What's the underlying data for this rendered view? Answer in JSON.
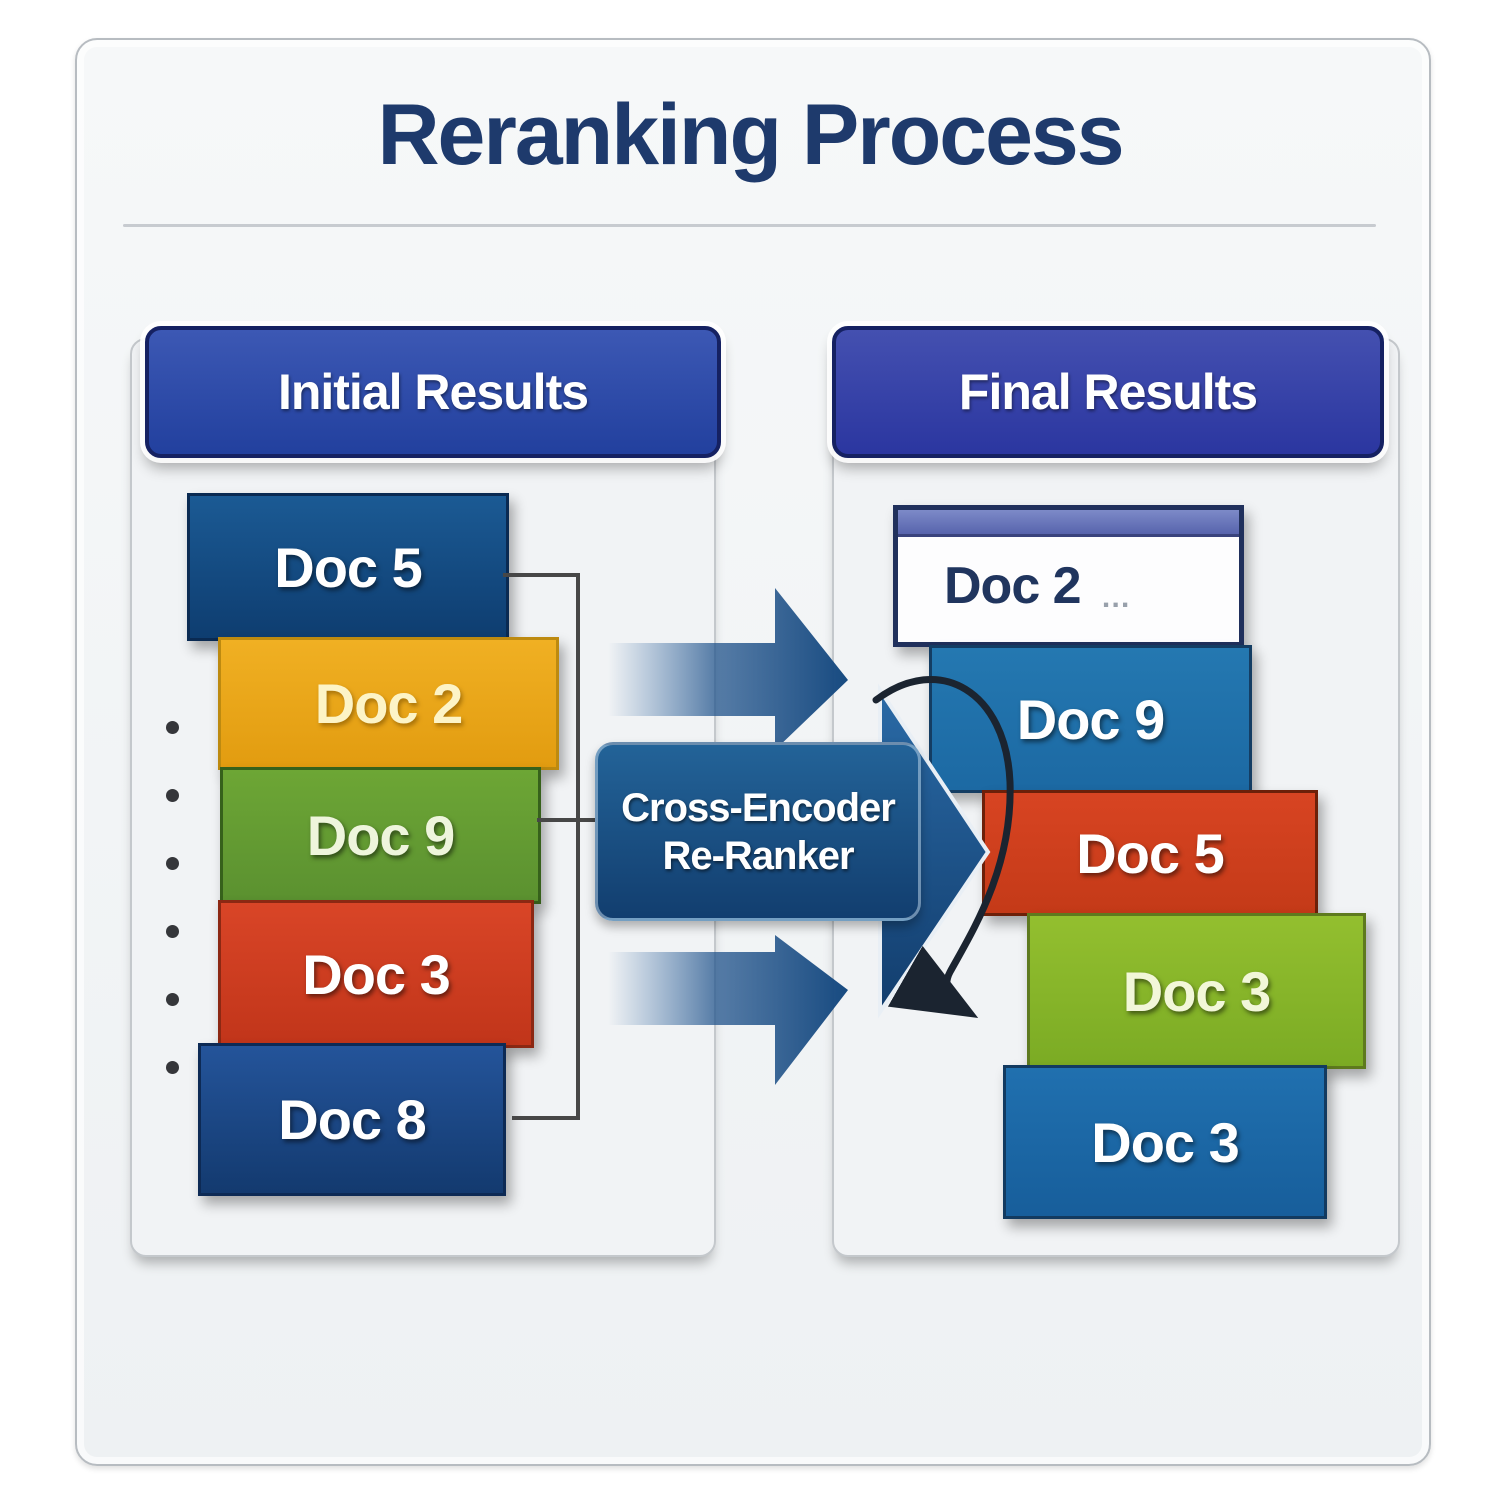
{
  "title": "Reranking Process",
  "left_panel": {
    "header": "Initial Results",
    "docs": [
      {
        "label": "Doc 5",
        "color": "#14538c"
      },
      {
        "label": "Doc 2",
        "color": "#eaa81c"
      },
      {
        "label": "Doc 9",
        "color": "#649a32"
      },
      {
        "label": "Doc 3",
        "color": "#cf3d1f"
      },
      {
        "label": "Doc 8",
        "color": "#1b4a8b"
      }
    ],
    "ellipsis_dots": 6
  },
  "reranker": {
    "line1": "Cross-Encoder",
    "line2": "Re-Ranker",
    "fill": "#1a5188"
  },
  "right_panel": {
    "header": "Final Results",
    "docs": [
      {
        "label": "Doc 2",
        "style": "window",
        "suffix": "…",
        "color": "#ffffff"
      },
      {
        "label": "Doc 9",
        "color": "#2273ac"
      },
      {
        "label": "Doc 5",
        "color": "#d03d1e"
      },
      {
        "label": "Doc 3",
        "color": "#8cb82c"
      },
      {
        "label": "Doc 3",
        "color": "#1e6cad"
      }
    ]
  },
  "colors": {
    "title_text": "#1e3a6c",
    "header_left": "#2c46a4",
    "header_right": "#323ea0",
    "flow_arrow_blue": "#1d5590",
    "curve_arrow_black": "#1b2430",
    "panel_bg": "#f1f3f5",
    "card_bg": "#f4f6f7",
    "connector_gray": "#474747"
  }
}
